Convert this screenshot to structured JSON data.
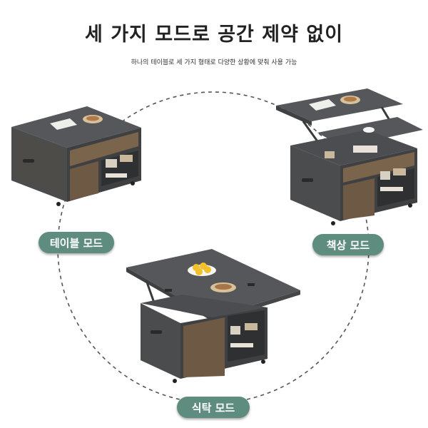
{
  "header": {
    "title": "세 가지 모드로 공간 제약 없이",
    "subtitle": "하나의 테이블로 세 가지 형태로 다양한 상황에 맞춰 사용 가능"
  },
  "modes": [
    {
      "label": "테이블 모드",
      "icon": "closed-lift-table"
    },
    {
      "label": "책상 모드",
      "icon": "desk-lift-table"
    },
    {
      "label": "식탁 모드",
      "icon": "dining-lift-table"
    }
  ],
  "colors": {
    "pill": "#5e8d80",
    "top": "#55575a",
    "wood": "#6e5a44",
    "frame": "#3e4042"
  }
}
